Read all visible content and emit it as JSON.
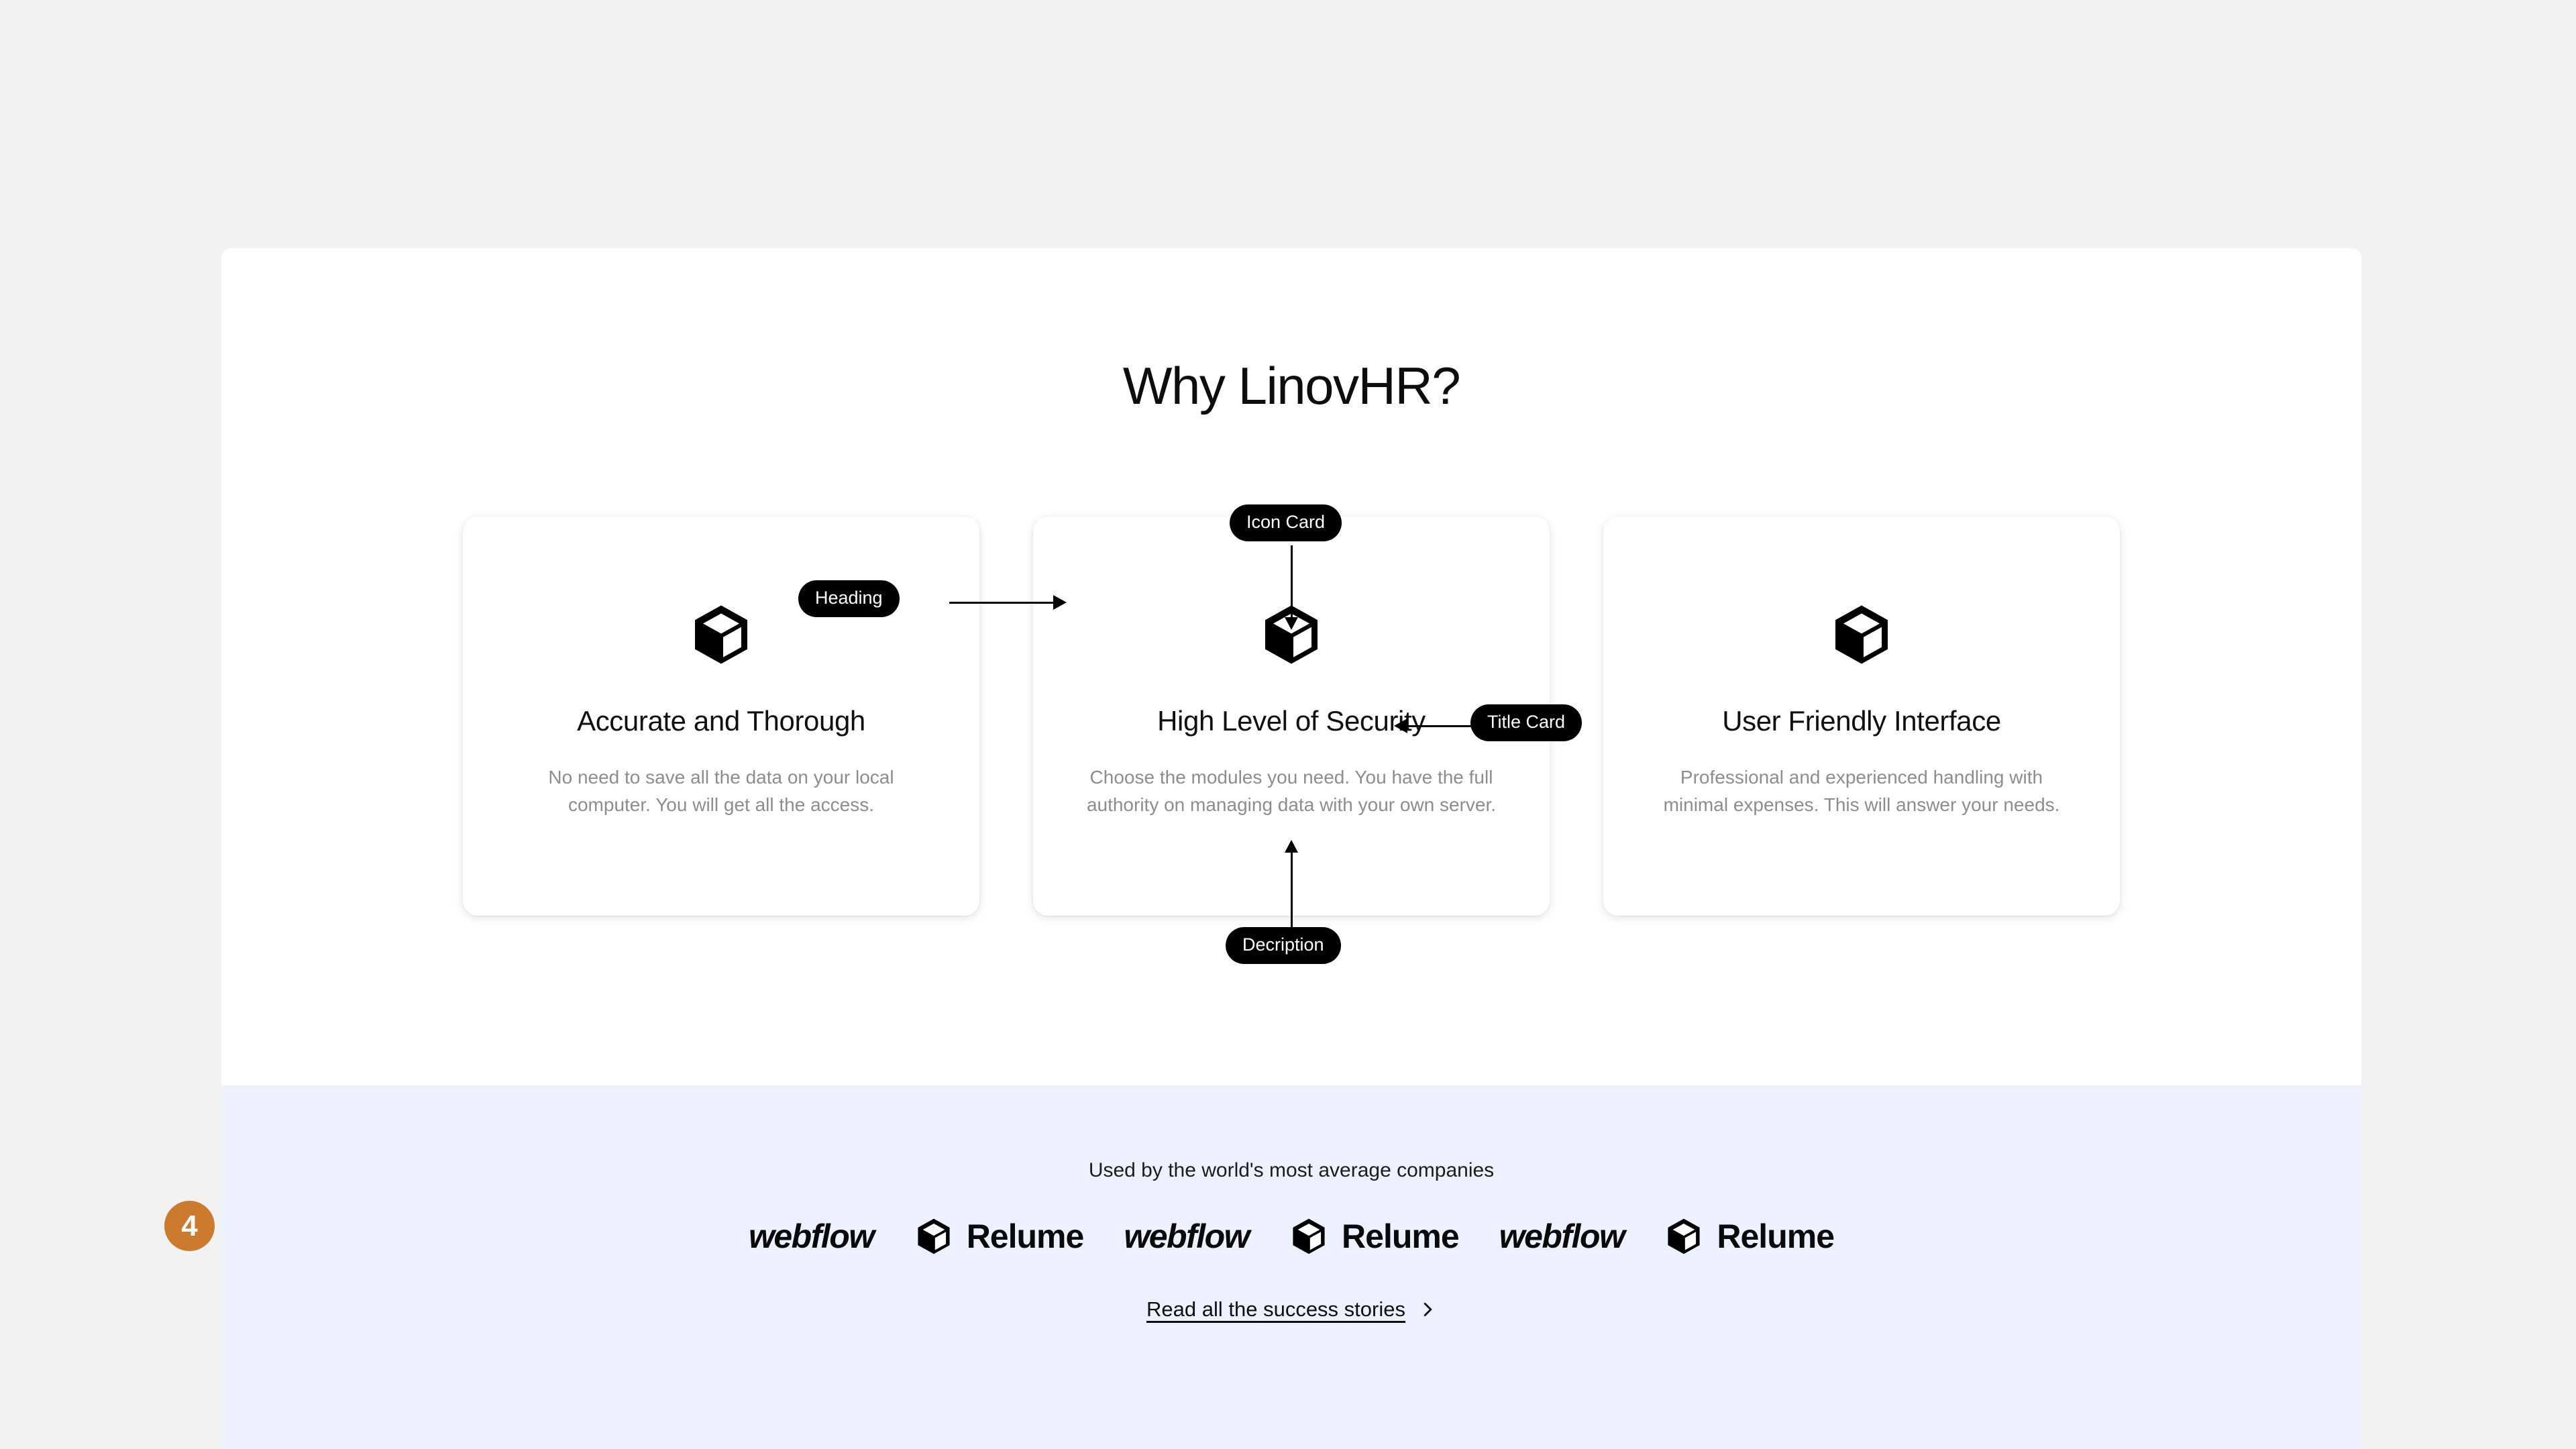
{
  "theme": {
    "page_bg": "#F2F2F2",
    "panel_bg": "#FFFFFF",
    "clients_bg": "#EDF0FE",
    "badge_orange": "#CC7A2E",
    "annotation_black": "#000000",
    "muted_text": "#8D8D8D"
  },
  "heading": {
    "title": "Why LinovHR?",
    "annotation": "Heading"
  },
  "annotations": {
    "icon_card": "Icon Card",
    "title_card": "Title Card",
    "description": "Decription"
  },
  "cards": [
    {
      "icon": "cube-icon",
      "title": "Accurate and Thorough",
      "description": "No need to save all the data on your local computer. You will get all the access."
    },
    {
      "icon": "cube-icon",
      "title": "High Level of Security",
      "description": "Choose the modules you need. You have the full authority on managing data with your own server."
    },
    {
      "icon": "cube-icon",
      "title": "User Friendly Interface",
      "description": "Professional and experienced handling with minimal expenses. This will answer your needs."
    }
  ],
  "clients": {
    "caption": "Used by the world's most average companies",
    "badge_number": "4",
    "logos": [
      {
        "name": "webflow",
        "style": "wordmark-italic",
        "icon": null
      },
      {
        "name": "Relume",
        "style": "wordmark-with-cube",
        "icon": "cube-icon"
      },
      {
        "name": "webflow",
        "style": "wordmark-italic",
        "icon": null
      },
      {
        "name": "Relume",
        "style": "wordmark-with-cube",
        "icon": "cube-icon"
      },
      {
        "name": "webflow",
        "style": "wordmark-italic",
        "icon": null
      },
      {
        "name": "Relume",
        "style": "wordmark-with-cube",
        "icon": "cube-icon"
      }
    ],
    "stories_link": "Read all the success stories",
    "stories_chevron": "chevron-right-icon"
  }
}
